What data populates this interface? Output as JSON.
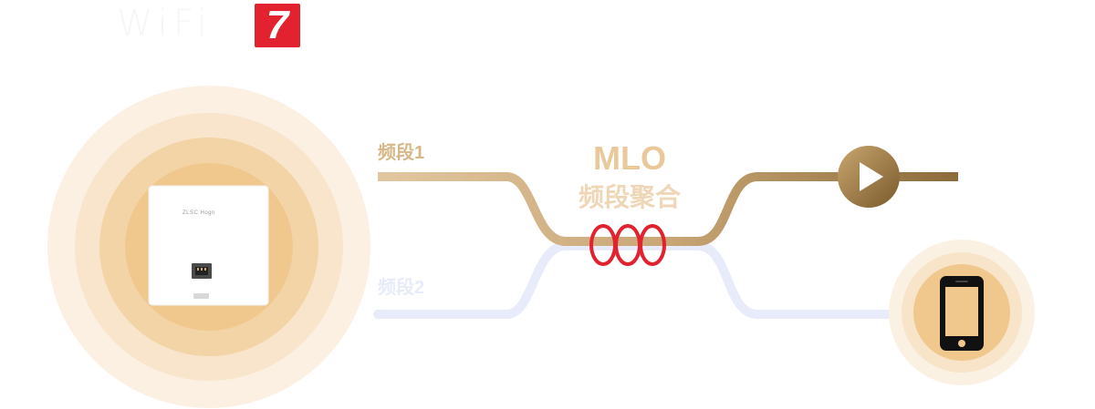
{
  "logo": {
    "text": "WiFi",
    "badge": "7",
    "badge_color": "#e2232f"
  },
  "band1": {
    "label": "频段1",
    "color": "#d7b787"
  },
  "band2": {
    "label": "频段2",
    "color": "#e7ebfa"
  },
  "mlo": {
    "title": "MLO",
    "subtitle": "频段聚合"
  },
  "device": {
    "brand": "ZLSC Hogn",
    "type": "wall-plate-access-point"
  },
  "icons": {
    "play": "play-icon",
    "phone": "smartphone-icon",
    "port": "ethernet-port-icon",
    "link": "link-rings-icon"
  },
  "colors": {
    "glow_outer": "#fbf0e1",
    "glow_mid": "#f6e1c2",
    "glow_inner": "#f1c88d",
    "link_red": "#e2232f"
  }
}
